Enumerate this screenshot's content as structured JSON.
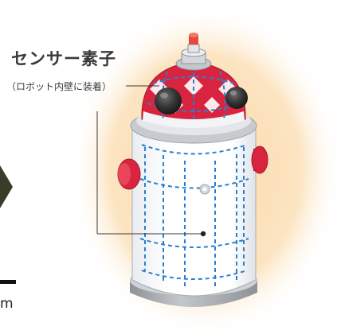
{
  "labels": {
    "sensor_title": "センサー素子",
    "sensor_subtitle": "（ロボット内壁に装着）",
    "cut_text": "m"
  },
  "colors": {
    "glow": "#fbd8a4",
    "robot_red": "#d8243f",
    "robot_white": "#ffffff",
    "robot_gray": "#b9bcc0",
    "sensor_line": "#2a7fd0",
    "arrow": "#3b3b2a",
    "text": "#3a3a3a"
  }
}
